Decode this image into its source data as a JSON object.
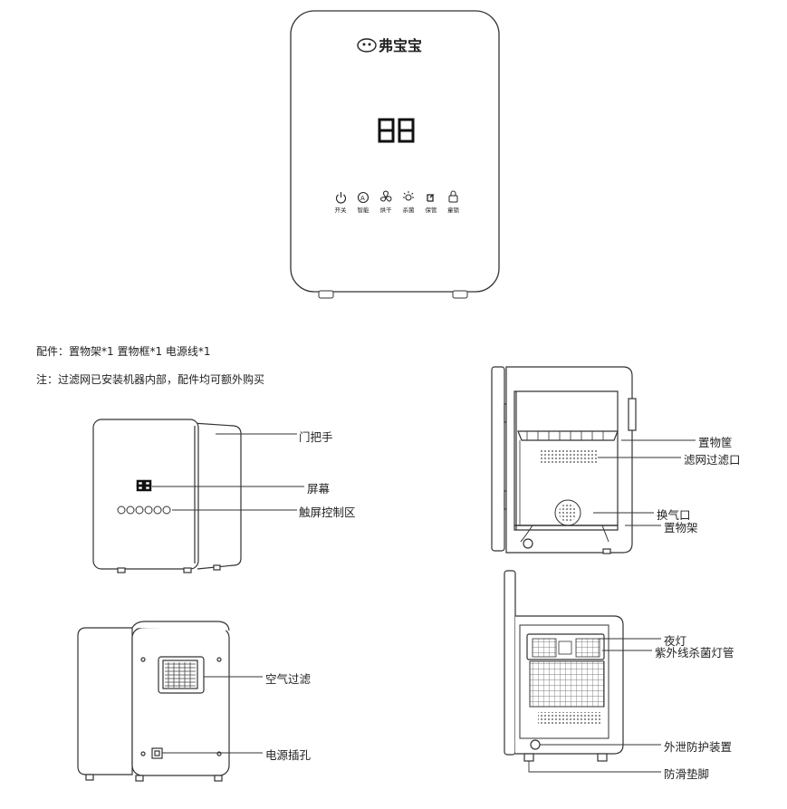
{
  "front_panel": {
    "brand": "弗宝宝",
    "display": "88",
    "buttons": [
      "开关",
      "智能",
      "烘干",
      "杀菌",
      "保管",
      "童锁"
    ]
  },
  "notes": {
    "accessories": "配件：置物架*1    置物框*1    电源线*1",
    "filter_note": "注：过滤网已安装机器内部，配件均可额外购买"
  },
  "labels": {
    "door_handle": "门把手",
    "screen": "屏幕",
    "touch_area": "触屏控制区",
    "air_filter": "空气过滤",
    "power_socket": "电源插孔",
    "basket": "置物筐",
    "filter_port": "滤网过滤口",
    "vent": "换气口",
    "shelf": "置物架",
    "night_light": "夜灯",
    "uv_lamp": "紫外线杀菌灯管",
    "leak_guard": "外泄防护装置",
    "anti_slip_pad": "防滑垫脚"
  }
}
